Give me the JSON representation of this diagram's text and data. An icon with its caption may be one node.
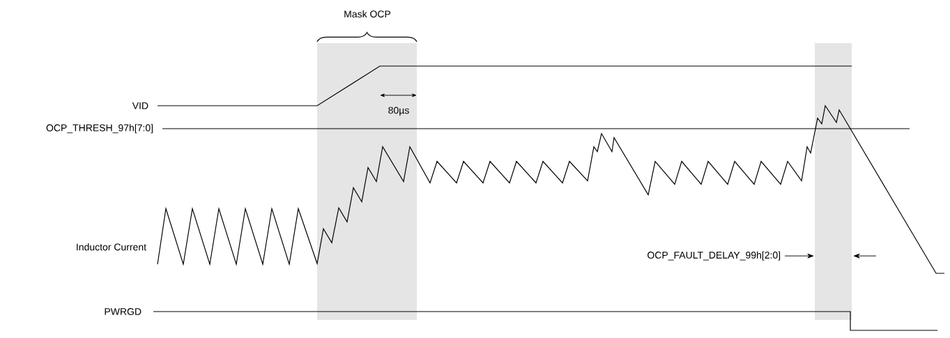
{
  "diagram": {
    "labels": [
      "Mask OCP",
      "80µs",
      "VID",
      "OCP_THRESH_97h[7:0]",
      "Inductor Current",
      "OCP_FAULT_DELAY_99h[2:0]",
      "PWRGD"
    ]
  }
}
